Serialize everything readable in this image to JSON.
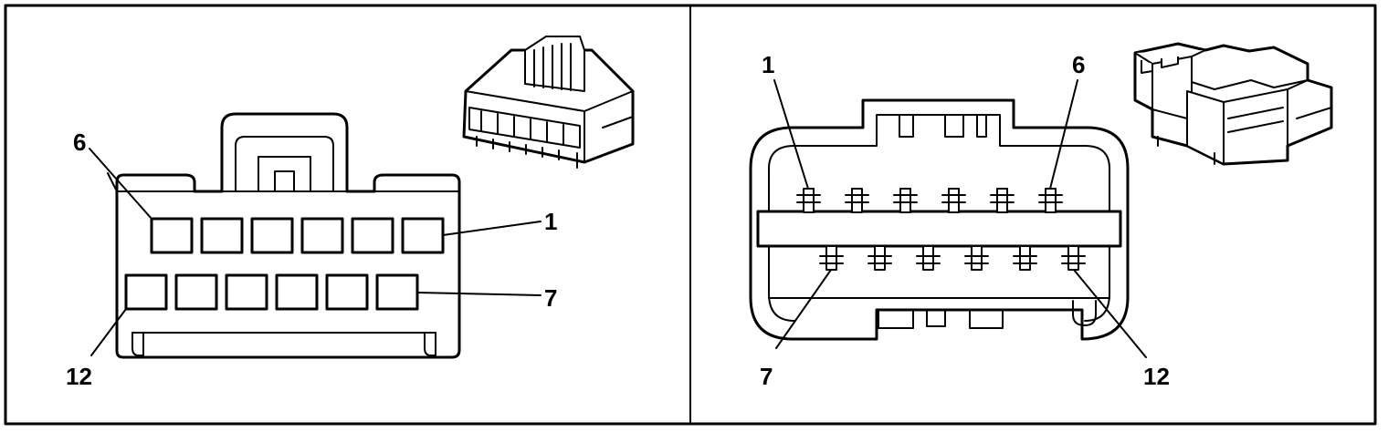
{
  "panels": [
    {
      "name": "left",
      "labels": {
        "top_left": "6",
        "top_right": "1",
        "bottom_right": "7",
        "bottom_left": "12"
      }
    },
    {
      "name": "right",
      "labels": {
        "top_left": "1",
        "top_right": "6",
        "bottom_left": "7",
        "bottom_right": "12"
      }
    }
  ],
  "colors": {
    "ink": "#000000",
    "paper": "#ffffff"
  }
}
